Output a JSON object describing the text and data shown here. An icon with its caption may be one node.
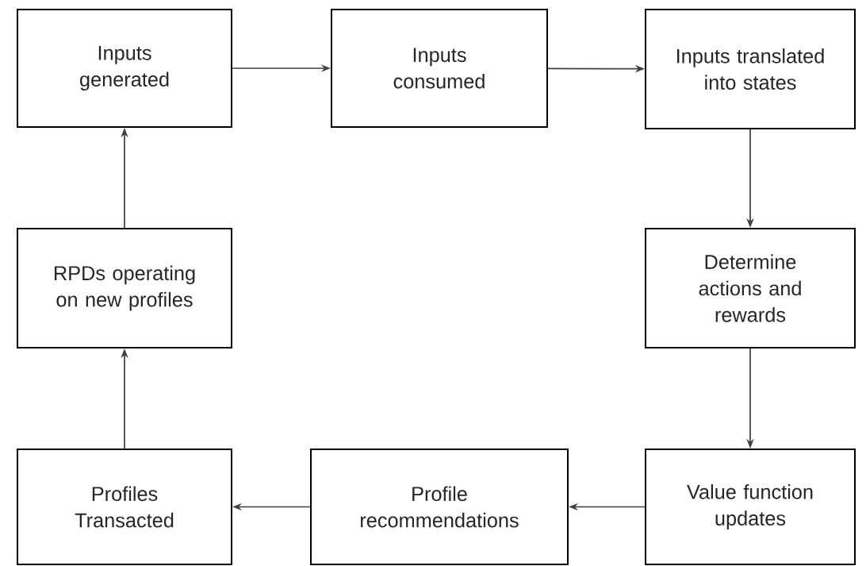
{
  "diagram": {
    "nodes": [
      {
        "text": [
          "Inputs generated"
        ]
      },
      {
        "text": [
          "Inputs consumed"
        ]
      },
      {
        "text": [
          "Inputs translated into states"
        ]
      },
      {
        "text": [
          "Determine actions and rewards"
        ]
      },
      {
        "text": [
          "Value function updates"
        ]
      },
      {
        "text": [
          "Profile recommendations"
        ]
      },
      {
        "text": [
          "Profiles Transacted"
        ]
      },
      {
        "text": [
          "RPDs operating on new profiles"
        ]
      }
    ],
    "edges": [
      {
        "from": 0,
        "to": 1,
        "arrow": "to"
      },
      {
        "from": 1,
        "to": 2,
        "arrow": "to"
      },
      {
        "from": 2,
        "to": 3,
        "arrow": "to"
      },
      {
        "from": 3,
        "to": 4,
        "arrow": "to"
      },
      {
        "from": 4,
        "to": 5,
        "arrow": "to"
      },
      {
        "from": 5,
        "to": 6,
        "arrow": "to"
      },
      {
        "from": 6,
        "to": 7,
        "arrow": "to"
      },
      {
        "from": 7,
        "to": 0,
        "arrow": "to"
      }
    ]
  }
}
